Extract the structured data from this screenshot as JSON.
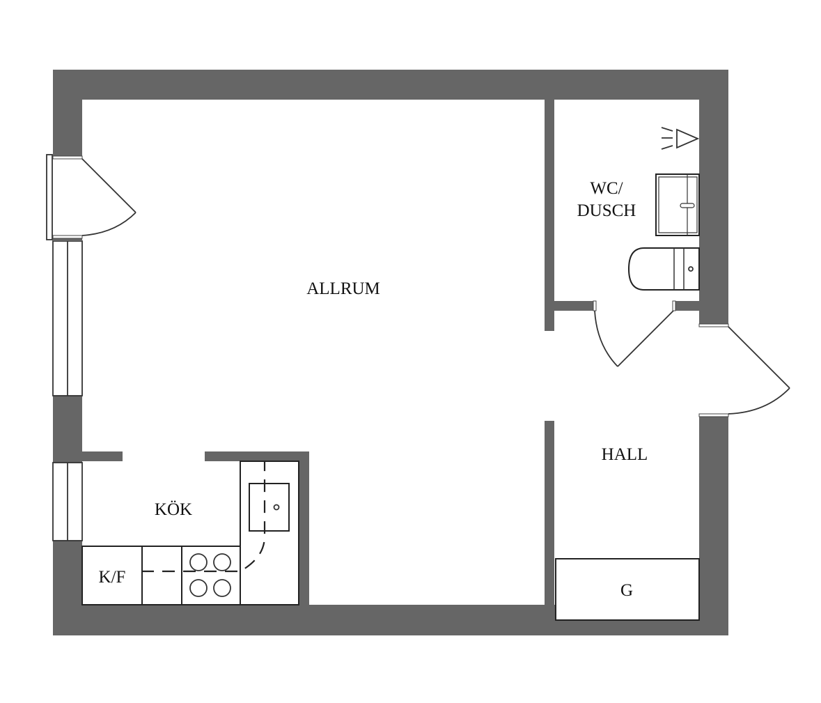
{
  "floorplan": {
    "rooms": [
      {
        "id": "allrum",
        "label": "ALLRUM"
      },
      {
        "id": "kok",
        "label": "KÖK"
      },
      {
        "id": "wc",
        "label_line1": "WC/",
        "label_line2": "DUSCH"
      },
      {
        "id": "hall",
        "label": "HALL"
      }
    ],
    "fixtures": {
      "fridge_freezer": "K/F",
      "wardrobe": "G"
    },
    "colors": {
      "wall": "#666666",
      "background": "#ffffff",
      "line": "#222222"
    }
  }
}
